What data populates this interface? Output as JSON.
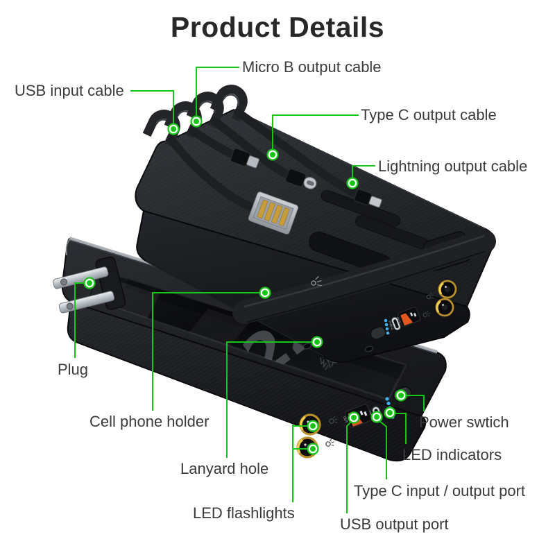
{
  "title": "Product Details",
  "theme": {
    "accent_green": "#16c516",
    "title_color": "#282828",
    "label_color": "#3a3a3a",
    "background": "#ffffff"
  },
  "callouts": [
    {
      "id": "usb-input-cable",
      "label": "USB input cable"
    },
    {
      "id": "micro-b-output-cable",
      "label": "Micro B output cable"
    },
    {
      "id": "type-c-output-cable",
      "label": "Type C output cable"
    },
    {
      "id": "lightning-output-cable",
      "label": "Lightning output cable"
    },
    {
      "id": "plug",
      "label": "Plug"
    },
    {
      "id": "cell-phone-holder",
      "label": "Cell phone holder"
    },
    {
      "id": "lanyard-hole",
      "label": "Lanyard hole"
    },
    {
      "id": "led-flashlights",
      "label": "LED flashlights"
    },
    {
      "id": "usb-output-port",
      "label": "USB output port"
    },
    {
      "id": "type-c-input-output-port",
      "label": "Type C input / output port"
    },
    {
      "id": "led-indicators",
      "label": "LED indicators"
    },
    {
      "id": "power-switch",
      "label": "Power swtich"
    }
  ],
  "product": {
    "display_capacity_text": "22.",
    "display_chinese_text": "超 级",
    "port_markings": {
      "usb_out": "OUT",
      "type_c": "TYPE-C"
    },
    "cable_loop_count": 4,
    "flashlight_count": 2,
    "led_indicator_count_top": 4,
    "led_indicator_count_bottom": 5,
    "colors": {
      "usb_port_orange": "#e2571f",
      "led_indicator_blue": "#3fb0ee",
      "flashlight_ring_yellow": "#d8b13c",
      "body_black": "#17181b"
    }
  }
}
